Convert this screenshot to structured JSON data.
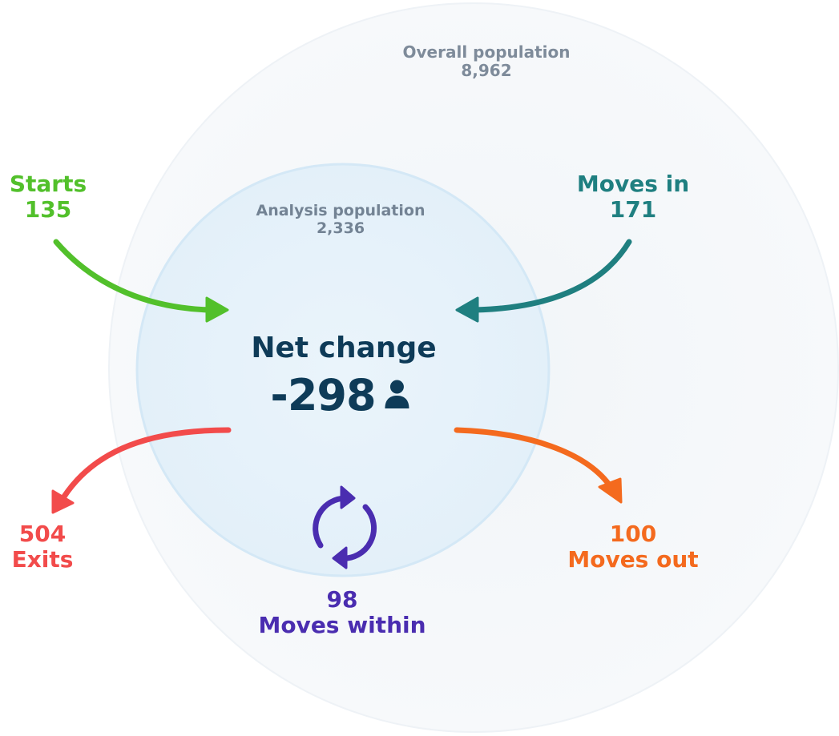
{
  "overall": {
    "label": "Overall population",
    "value": "8,962"
  },
  "analysis": {
    "label": "Analysis population",
    "value": "2,336"
  },
  "net_change": {
    "label": "Net change",
    "value": "-298",
    "icon": "person-icon"
  },
  "flows": {
    "starts": {
      "label": "Starts",
      "value": "135",
      "color": "#52c02b"
    },
    "moves_in": {
      "label": "Moves in",
      "value": "171",
      "color": "#1f7f80"
    },
    "exits": {
      "label": "Exits",
      "value": "504",
      "color": "#f24b4b"
    },
    "moves_out": {
      "label": "Moves out",
      "value": "100",
      "color": "#f46a1e"
    },
    "moves_within": {
      "label": "Moves within",
      "value": "98",
      "color": "#4a2db0",
      "icon": "cycle-arrows-icon"
    }
  },
  "colors": {
    "outer_circle": "#f4f7fa",
    "inner_circle": "#e5f1fa",
    "text_dark": "#0e3b58"
  }
}
